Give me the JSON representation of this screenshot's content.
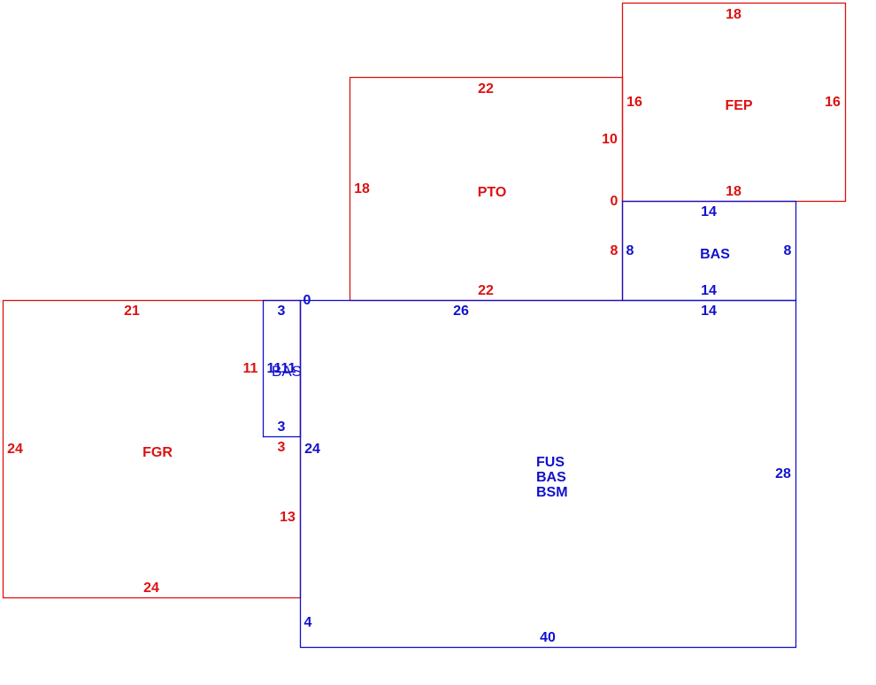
{
  "colors": {
    "red": "#dd1111",
    "blue": "#1111cc"
  },
  "areas": {
    "fep": {
      "name": "FEP",
      "top": "18",
      "bottom": "18",
      "left": "16",
      "right": "16"
    },
    "pto": {
      "name": "PTO",
      "top": "22",
      "bottom": "22",
      "left": "18",
      "right_upper": "10",
      "right_zero": "0",
      "right_lower": "8"
    },
    "bas_upper": {
      "name": "BAS",
      "top": "14",
      "bottom": "14",
      "left": "8",
      "right": "8"
    },
    "fgr": {
      "name": "FGR",
      "top": "21",
      "bottom": "24",
      "left": "24",
      "right_upper": "11",
      "right_mid": "3",
      "right_lower": "13"
    },
    "bas_small": {
      "name": "BAS",
      "top": "3",
      "bottom": "3",
      "side": "11"
    },
    "main": {
      "name_lines": [
        "FUS",
        "BAS",
        "BSM"
      ],
      "top_left": "0",
      "top": "26",
      "top_right": "14",
      "left": "24",
      "left_lower": "4",
      "right": "28",
      "bottom": "40"
    }
  }
}
